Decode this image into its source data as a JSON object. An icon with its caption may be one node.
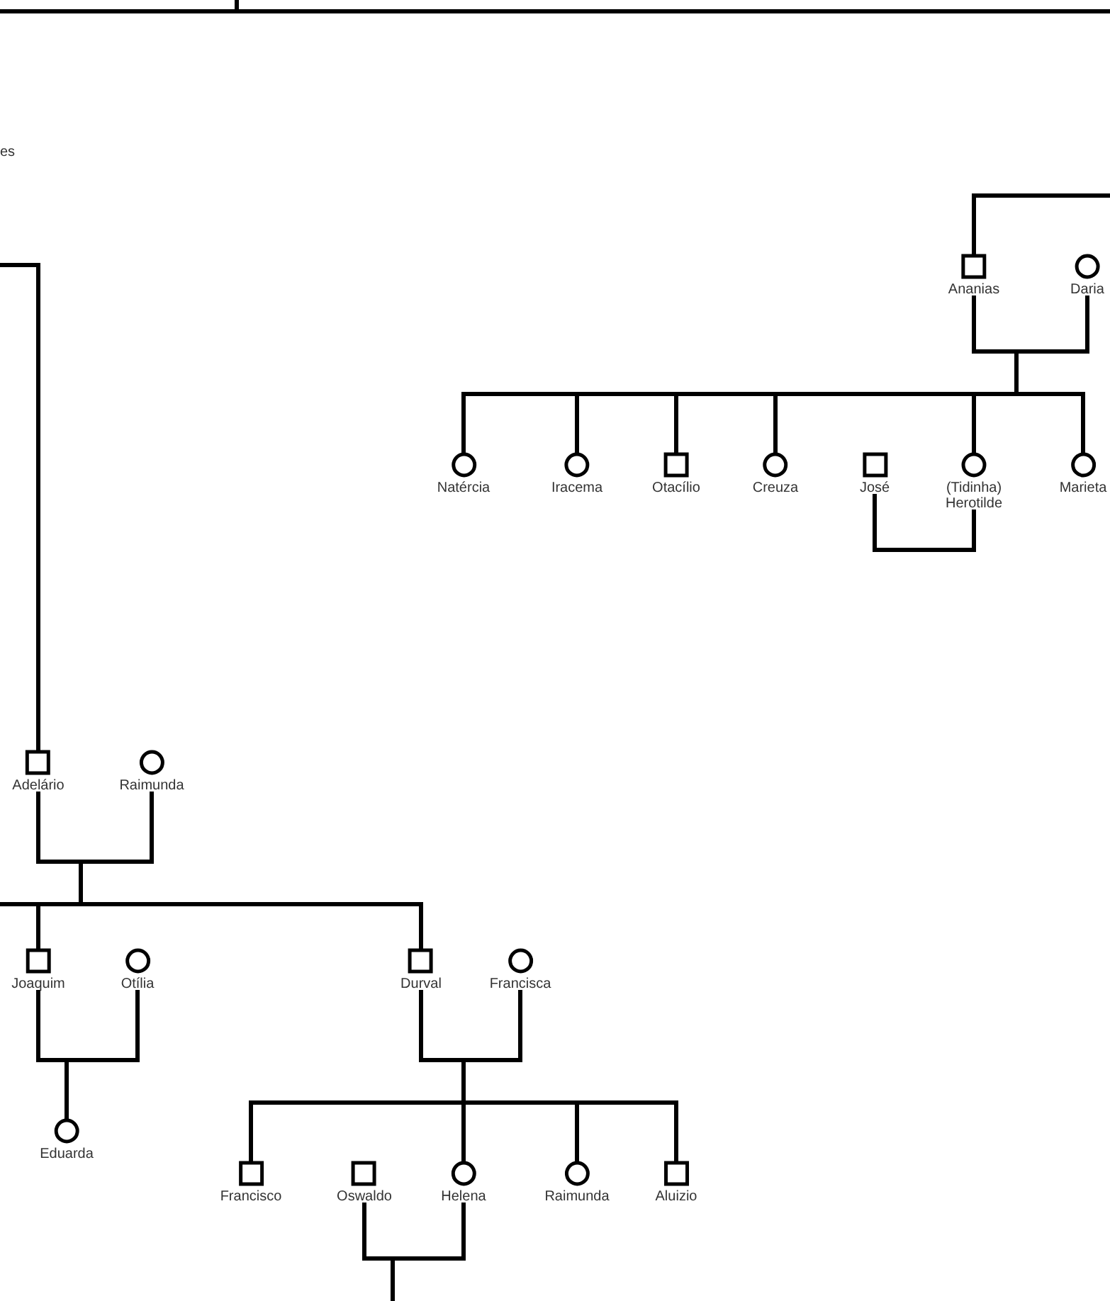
{
  "diagram": {
    "nodes": [
      {
        "text": [
          "Ananias"
        ]
      },
      {
        "text": [
          "Daria"
        ]
      },
      {
        "text": [
          "Natércia"
        ]
      },
      {
        "text": [
          "Iracema"
        ]
      },
      {
        "text": [
          "Otacílio"
        ]
      },
      {
        "text": [
          "Creuza"
        ]
      },
      {
        "text": [
          "José"
        ]
      },
      {
        "text": [
          "(Tidinha) Herotilde"
        ]
      },
      {
        "text": [
          "Marieta"
        ]
      },
      {
        "text": [
          "Adelário"
        ]
      },
      {
        "text": [
          "Raimunda"
        ]
      },
      {
        "text": [
          "Joaquim"
        ]
      },
      {
        "text": [
          "Otília"
        ]
      },
      {
        "text": [
          "Durval"
        ]
      },
      {
        "text": [
          "Francisca"
        ]
      },
      {
        "text": [
          "Eduarda"
        ]
      },
      {
        "text": [
          "Francisco"
        ]
      },
      {
        "text": [
          "Oswaldo"
        ]
      },
      {
        "text": [
          "Helena"
        ]
      },
      {
        "text": [
          "Raimunda"
        ]
      },
      {
        "text": [
          "Aluizio"
        ]
      }
    ],
    "edges": [
      {
        "from": null,
        "to": 0,
        "arrow": "none"
      },
      {
        "from": 0,
        "to": 1,
        "arrow": "none"
      },
      {
        "from": 0,
        "to": 2,
        "arrow": "none"
      },
      {
        "from": 0,
        "to": 3,
        "arrow": "none"
      },
      {
        "from": 0,
        "to": 4,
        "arrow": "none"
      },
      {
        "from": 0,
        "to": 5,
        "arrow": "none"
      },
      {
        "from": 0,
        "to": 7,
        "arrow": "none"
      },
      {
        "from": 0,
        "to": 8,
        "arrow": "none"
      },
      {
        "from": 1,
        "to": 2,
        "arrow": "none"
      },
      {
        "from": 1,
        "to": 3,
        "arrow": "none"
      },
      {
        "from": 1,
        "to": 4,
        "arrow": "none"
      },
      {
        "from": 1,
        "to": 5,
        "arrow": "none"
      },
      {
        "from": 1,
        "to": 7,
        "arrow": "none"
      },
      {
        "from": 1,
        "to": 8,
        "arrow": "none"
      },
      {
        "from": 6,
        "to": 7,
        "arrow": "none"
      },
      {
        "from": null,
        "to": 9,
        "arrow": "none"
      },
      {
        "from": 9,
        "to": 10,
        "arrow": "none"
      },
      {
        "from": 9,
        "to": 11,
        "arrow": "none"
      },
      {
        "from": 9,
        "to": 13,
        "arrow": "none"
      },
      {
        "from": 10,
        "to": 11,
        "arrow": "none"
      },
      {
        "from": 10,
        "to": 13,
        "arrow": "none"
      },
      {
        "from": 9,
        "to": null,
        "arrow": "none"
      },
      {
        "from": 10,
        "to": null,
        "arrow": "none"
      },
      {
        "from": 11,
        "to": 12,
        "arrow": "none"
      },
      {
        "from": 11,
        "to": 15,
        "arrow": "none"
      },
      {
        "from": 12,
        "to": 15,
        "arrow": "none"
      },
      {
        "from": 13,
        "to": 14,
        "arrow": "none"
      },
      {
        "from": 13,
        "to": 16,
        "arrow": "none"
      },
      {
        "from": 13,
        "to": 18,
        "arrow": "none"
      },
      {
        "from": 13,
        "to": 19,
        "arrow": "none"
      },
      {
        "from": 13,
        "to": 20,
        "arrow": "none"
      },
      {
        "from": 14,
        "to": 16,
        "arrow": "none"
      },
      {
        "from": 14,
        "to": 18,
        "arrow": "none"
      },
      {
        "from": 14,
        "to": 19,
        "arrow": "none"
      },
      {
        "from": 14,
        "to": 20,
        "arrow": "none"
      },
      {
        "from": 17,
        "to": 18,
        "arrow": "none"
      }
    ],
    "labels": [
      "es"
    ]
  }
}
